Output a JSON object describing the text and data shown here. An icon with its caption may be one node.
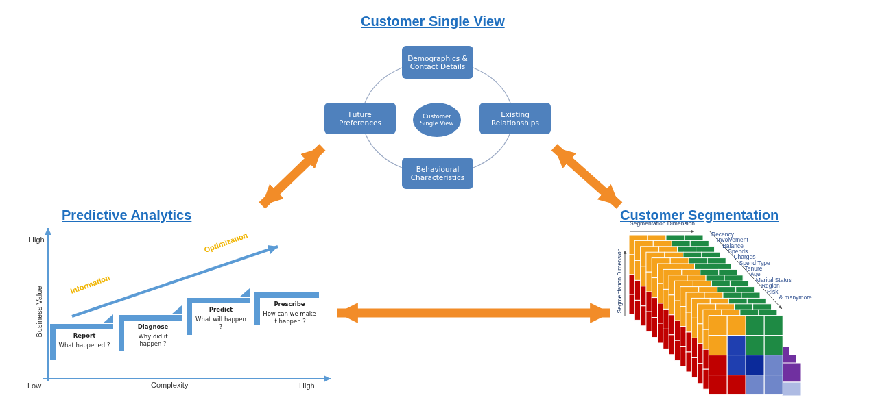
{
  "diagram": {
    "nodes": [
      {
        "text": [
          "Customer Single View"
        ]
      },
      {
        "text": [
          "Demographics & Contact Details"
        ],
        "in": 0
      },
      {
        "text": [
          "Future Preferences"
        ],
        "in": 0
      },
      {
        "text": [
          "Customer Single View"
        ],
        "in": 0
      },
      {
        "text": [
          "Existing Relationships"
        ],
        "in": 0
      },
      {
        "text": [
          "Behavioural Characteristics"
        ],
        "in": 0
      },
      {
        "text": [
          "Predictive Analytics"
        ]
      },
      {
        "text": [
          "Report",
          "What happened ?"
        ],
        "in": 6
      },
      {
        "text": [
          "Diagnose",
          "Why did it happen ?"
        ],
        "in": 6
      },
      {
        "text": [
          "Predict",
          "What will happen ?"
        ],
        "in": 6
      },
      {
        "text": [
          "Prescribe",
          "How can we make it happen ?"
        ],
        "in": 6
      },
      {
        "text": [
          "Customer Segmentation"
        ]
      },
      {
        "text": [],
        "shape": "picture",
        "in": 11
      }
    ],
    "edges": [
      {
        "from": 1,
        "to": 4,
        "arrow": "none"
      },
      {
        "from": 4,
        "to": 5,
        "arrow": "none"
      },
      {
        "from": 2,
        "to": 5,
        "arrow": "none"
      },
      {
        "from": 1,
        "to": 2,
        "arrow": "none"
      },
      {
        "from": 0,
        "to": 6,
        "arrow": "both",
        "style": "thick",
        "color": "#f28c28"
      },
      {
        "from": 0,
        "to": 11,
        "arrow": "both",
        "style": "thick",
        "color": "#f28c28"
      },
      {
        "from": 6,
        "to": 11,
        "arrow": "both",
        "style": "thick",
        "color": "#f28c28"
      }
    ],
    "labels": [
      "High",
      "Optimization",
      "Information",
      "Business Value",
      "Low",
      "Complexity",
      "High",
      "Segmentation Dimension",
      "Segmentation Dimension",
      "Recency",
      "Involvement",
      "Balance",
      "Spends",
      "Charges",
      "Spend Type",
      "Tenure",
      "Age",
      "Marital Status",
      "Region",
      "Risk",
      "... & manymore"
    ]
  }
}
